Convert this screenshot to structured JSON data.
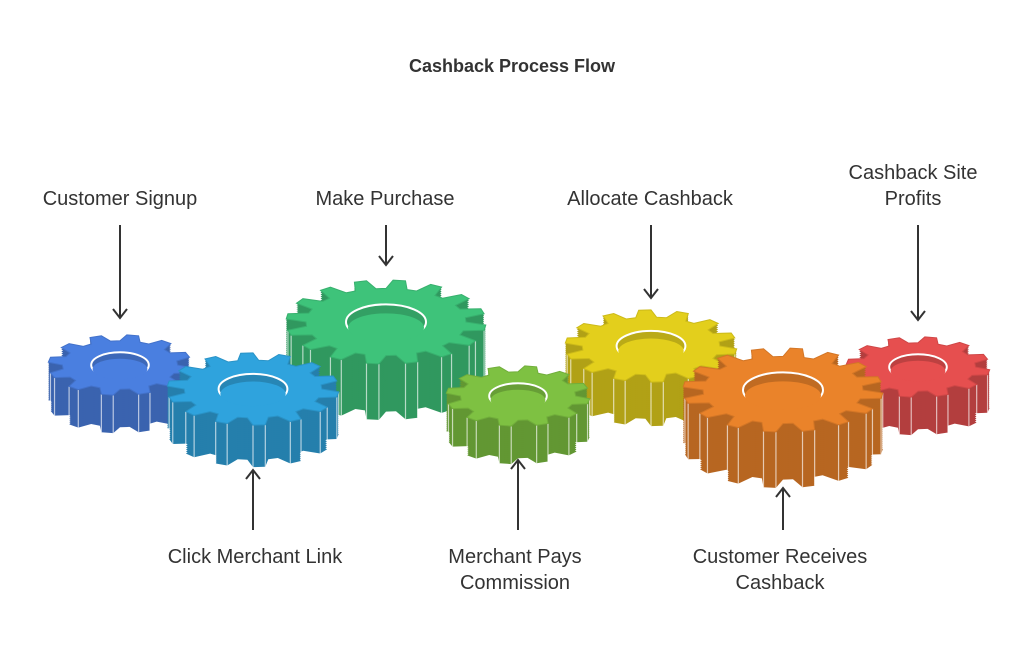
{
  "title": "Cashback Process Flow",
  "steps": [
    {
      "label_lines": [
        "Customer Signup"
      ],
      "color": "#4a7fe0"
    },
    {
      "label_lines": [
        "Click Merchant Link"
      ],
      "color": "#2fa3dd"
    },
    {
      "label_lines": [
        "Make Purchase"
      ],
      "color": "#3ec37a"
    },
    {
      "label_lines": [
        "Merchant Pays",
        "Commission"
      ],
      "color": "#7ec142"
    },
    {
      "label_lines": [
        "Allocate Cashback"
      ],
      "color": "#e3cf1c"
    },
    {
      "label_lines": [
        "Customer Receives",
        "Cashback"
      ],
      "color": "#ea832a"
    },
    {
      "label_lines": [
        "Cashback Site",
        "Profits"
      ],
      "color": "#e64f4f"
    }
  ]
}
